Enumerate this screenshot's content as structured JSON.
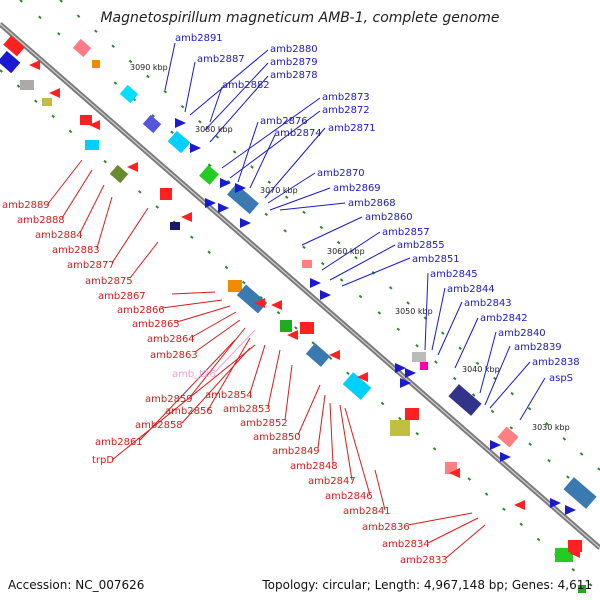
{
  "title": "Magnetospirillum magneticum AMB-1, complete genome",
  "footer": {
    "accession": "Accession: NC_007626",
    "topology": "Topology: circular; Length: 4,967,148 bp; Genes: 4,611"
  },
  "colors": {
    "forward": "#1a1ad0",
    "reverse": "#dd1a1a",
    "rna": "#f0a0e0"
  },
  "scale_labels": [
    "3090 kbp",
    "3080 kbp",
    "3070 kbp",
    "3060 kbp",
    "3050 kbp",
    "3040 kbp",
    "3030 kbp"
  ],
  "forward_labels": [
    "amb2891",
    "amb2887",
    "amb2880",
    "amb2879",
    "amb2878",
    "amb2882",
    "amb2873",
    "amb2872",
    "amb2876",
    "amb2874",
    "amb2871",
    "amb2870",
    "amb2869",
    "amb2868",
    "amb2860",
    "amb2857",
    "amb2855",
    "amb2851",
    "amb2845",
    "amb2844",
    "amb2843",
    "amb2842",
    "amb2840",
    "amb2839",
    "amb2838",
    "aspS"
  ],
  "reverse_labels": [
    "amb2889",
    "amb2888",
    "amb2884",
    "amb2883",
    "amb2877",
    "amb2875",
    "amb2867",
    "amb2866",
    "amb2865",
    "amb2864",
    "amb2863",
    "amb_t26",
    "amb2854",
    "amb2859",
    "amb2853",
    "amb2856",
    "amb2858",
    "amb2852",
    "amb2861",
    "amb2850",
    "trpD",
    "amb2849",
    "amb2848",
    "amb2847",
    "amb2846",
    "amb2841",
    "amb2836",
    "amb2834",
    "amb2833"
  ]
}
